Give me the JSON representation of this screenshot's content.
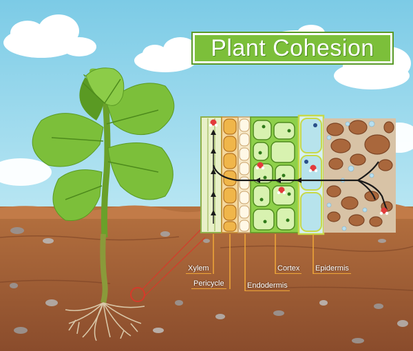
{
  "title": "Plant Cohesion",
  "labels": {
    "xylem": "Xylem",
    "pericycle": "Pericycle",
    "endodermis": "Endodermis",
    "cortex": "Cortex",
    "epidermis": "Epidermis"
  },
  "colors": {
    "sky": "#8fd3ea",
    "soil": "#a0603a",
    "title_bg": "#7cbf3a",
    "label_line": "#f0a838",
    "water_molecule": "#e23b3b"
  }
}
